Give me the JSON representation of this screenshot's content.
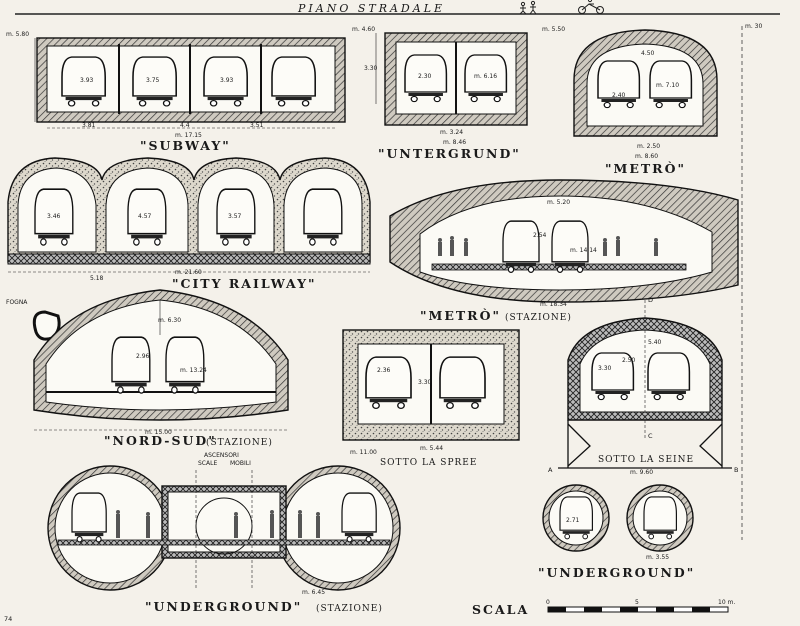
{
  "header": {
    "title": "PIANO STRADALE"
  },
  "page_number": "74",
  "sections": {
    "subway": {
      "caption": "\"SUBWAY\"",
      "depth": "m. 5.80",
      "widths": [
        "3.93",
        "3.75",
        "3.93"
      ],
      "spans": [
        "3.81",
        "4.4",
        "3.51"
      ],
      "total": "m. 17.15"
    },
    "untergrund": {
      "caption": "\"UNTERGRUND\"",
      "depth": "m. 4.60",
      "level": "3.30",
      "widths": [
        "2.30",
        "m. 6.16"
      ],
      "spans": [
        "m. 3.24",
        "m. 8.46"
      ]
    },
    "metro": {
      "caption": "\"METRÒ\"",
      "depth": "m. 5.50",
      "height": "4.50",
      "widths": [
        "2.40",
        "m. 7.10"
      ],
      "spans": [
        "m. 2.50",
        "m. 8.60"
      ]
    },
    "right_depth": {
      "label": "m. 30"
    },
    "city_railway": {
      "caption": "\"CITY RAILWAY\"",
      "widths": [
        "3.46",
        "4.57",
        "3.57"
      ],
      "spans": [
        "5.18",
        "m. 21.60"
      ]
    },
    "metro_station": {
      "caption": "\"METRÒ\"",
      "caption_note": "(STAZIONE)",
      "height": "m. 5.20",
      "widths": [
        "2.54",
        "m. 14.14"
      ],
      "span": "m. 18.34"
    },
    "fogna": {
      "label": "FOGNA"
    },
    "nord_sud": {
      "caption": "\"NORD-SUD\"",
      "caption_note": "(STAZIONE)",
      "height": "m. 6.30",
      "widths": [
        "2.96",
        "m. 13.24"
      ],
      "span": "m. 15.00"
    },
    "sotto_la_spree": {
      "caption": "SOTTO LA SPREE",
      "level": "3.30",
      "widths": [
        "2.36"
      ],
      "spans": [
        "m. 11.00",
        "m. 5.44"
      ]
    },
    "sotto_la_seine": {
      "caption": "SOTTO LA SEINE",
      "heights": [
        "5.40",
        "3.30"
      ],
      "widths": [
        "2.50"
      ],
      "points": [
        "D",
        "C",
        "A",
        "B"
      ],
      "span": "m. 9.60"
    },
    "underground_station": {
      "caption": "\"UNDERGROUND\"",
      "caption_note": "(STAZIONE)",
      "notes": [
        "ASCENSORI",
        "SCALE",
        "MOBILI"
      ],
      "span": "m. 6.45"
    },
    "underground": {
      "caption": "\"UNDERGROUND\"",
      "widths": [
        "2.71",
        "m. 3.55"
      ]
    }
  },
  "scale": {
    "label": "SCALA",
    "ticks": [
      "0",
      "5",
      "10 m."
    ]
  }
}
